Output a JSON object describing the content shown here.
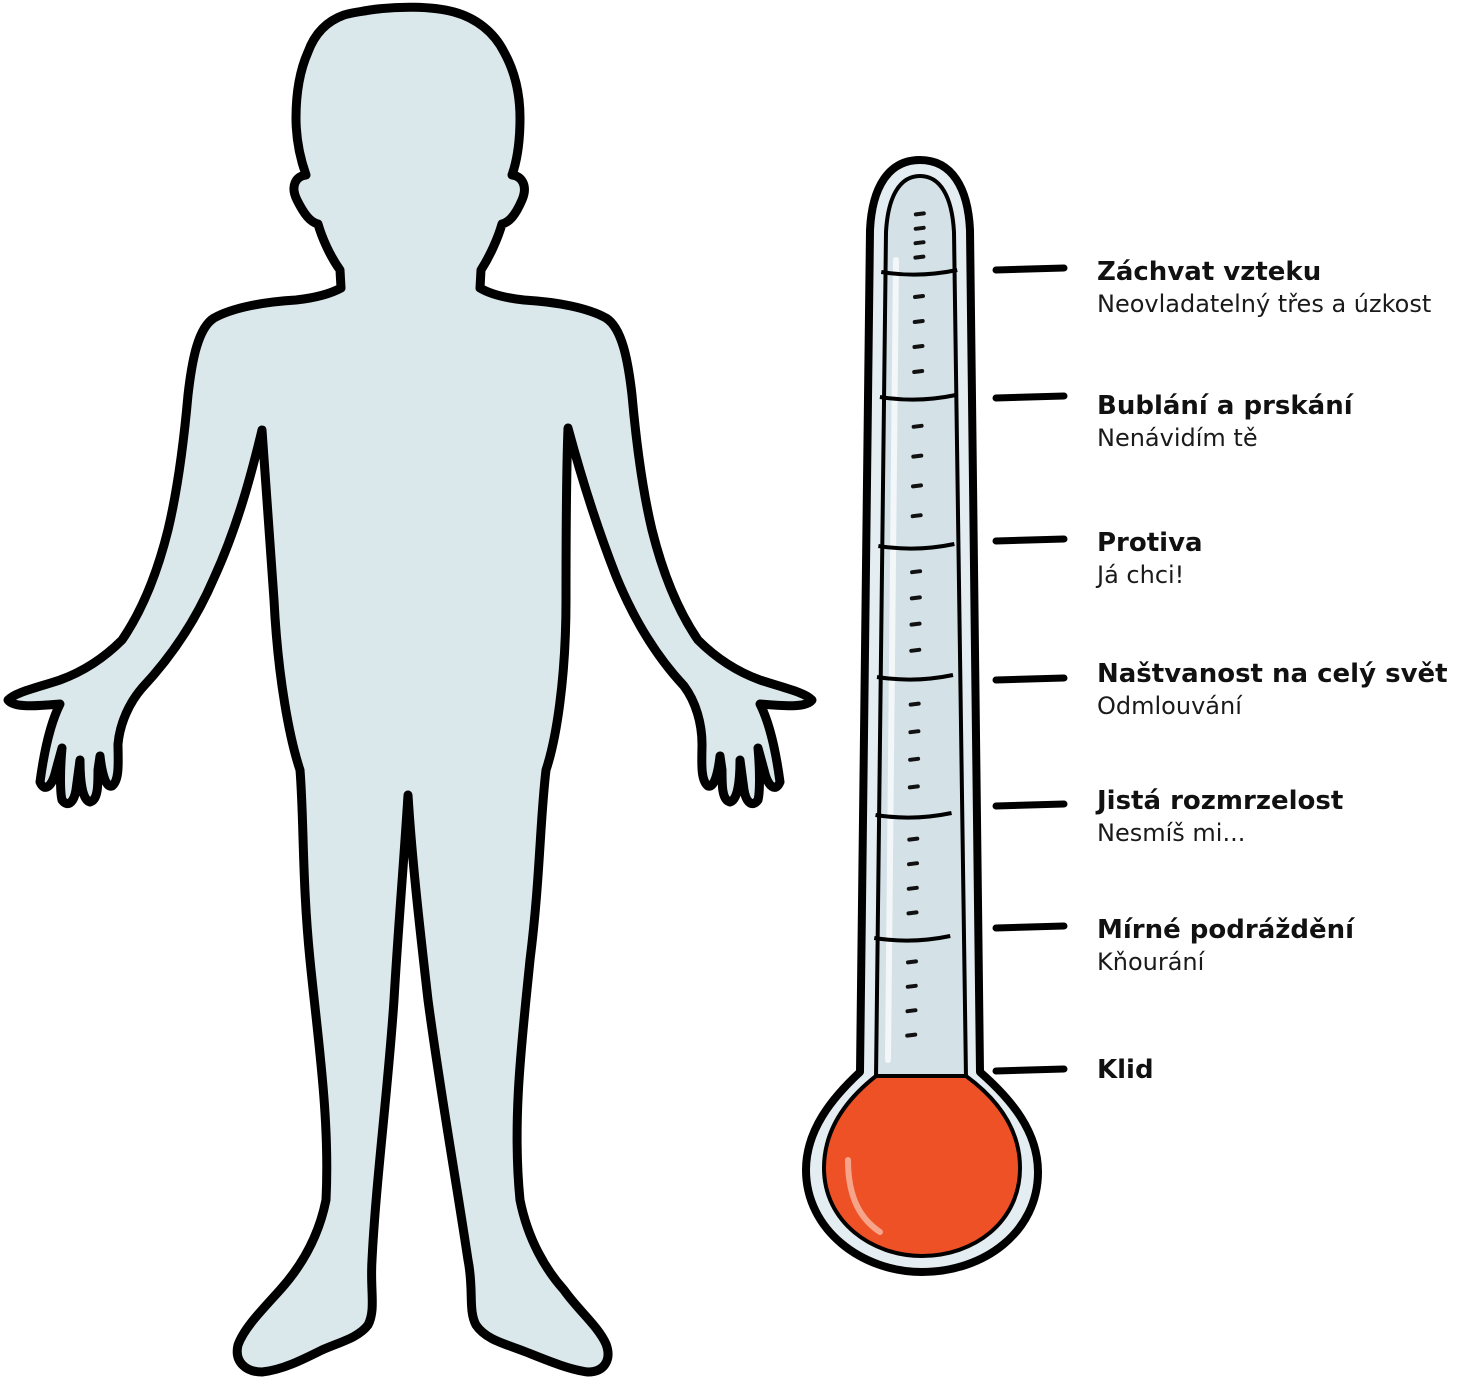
{
  "colors": {
    "body_fill": "#dae8ec",
    "outline": "#000000",
    "tube_fill": "#dbe7ec",
    "bulb_liquid": "#ef5126",
    "tick_marks": "#111111"
  },
  "figure": {
    "icon": "human-silhouette-icon"
  },
  "thermometer": {
    "icon": "thermometer-icon",
    "current_level": "Klid",
    "levels": [
      {
        "title": "Záchvat vzteku",
        "subtitle": "Neovladatelný třes a úzkost"
      },
      {
        "title": "Bublání a prskání",
        "subtitle": "Nenávidím tě"
      },
      {
        "title": "Protiva",
        "subtitle": "Já chci!"
      },
      {
        "title": "Naštvanost na celý svět",
        "subtitle": "Odmlouvání"
      },
      {
        "title": "Jistá rozmrzelost",
        "subtitle": "Nesmíš mi..."
      },
      {
        "title": "Mírné podráždění",
        "subtitle": "Kňourání"
      },
      {
        "title": "Klid",
        "subtitle": ""
      }
    ]
  }
}
